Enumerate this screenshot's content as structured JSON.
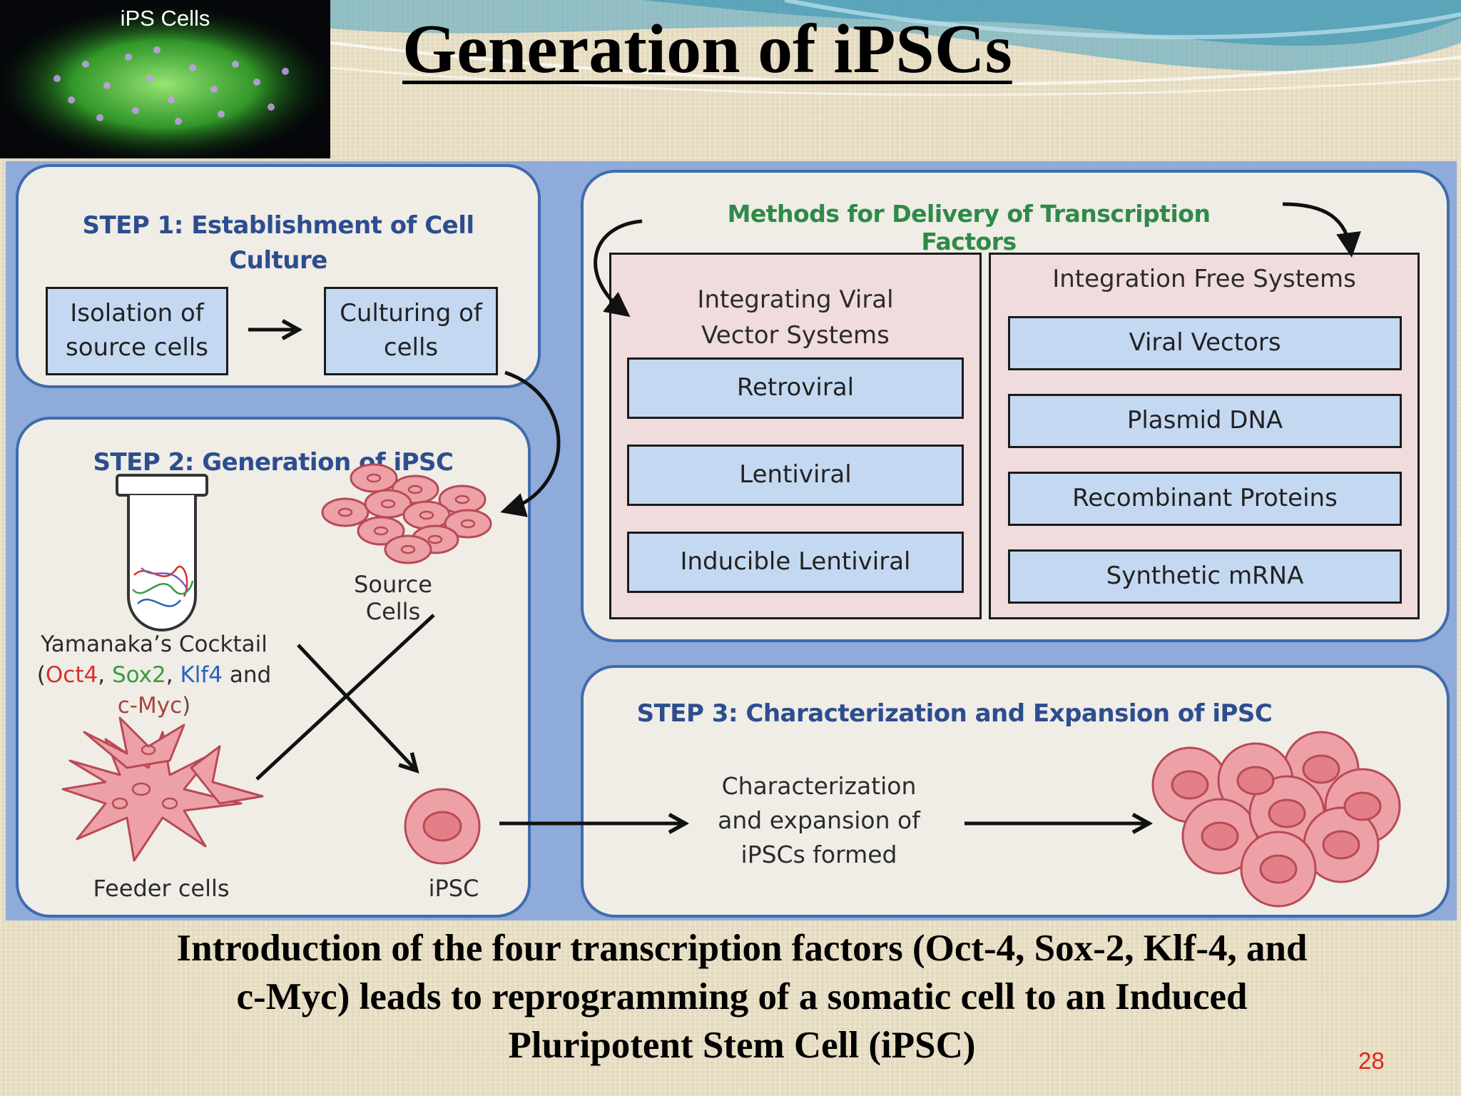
{
  "slide": {
    "thumbnail_label": "iPS Cells",
    "title": "Generation of iPSCs",
    "caption_lines": [
      "Introduction of the four transcription factors (Oct-4, Sox-2, Klf-4, and",
      "c-Myc) leads to reprogramming of a somatic cell to an Induced",
      "Pluripotent Stem Cell (iPSC)"
    ],
    "page_number": "28"
  },
  "step1": {
    "title_lines": [
      "STEP 1: Establishment  of Cell",
      "Culture"
    ],
    "box_isolation": [
      "Isolation of",
      "source cells"
    ],
    "box_culturing": [
      "Culturing of",
      "cells"
    ]
  },
  "step2": {
    "title": "STEP 2: Generation of iPSC",
    "source_cells": "Source Cells",
    "cocktail_line1": "Yamanaka’s Cocktail",
    "cocktail_open": "(",
    "factor_oct4": "Oct4",
    "comma1": ", ",
    "factor_sox2": "Sox2",
    "comma2": ", ",
    "factor_klf4": "Klf4",
    "and_word": " and",
    "factor_cmyc": "c-Myc",
    "cocktail_close": ")",
    "feeder_cells": "Feeder cells",
    "ipsc": "iPSC"
  },
  "methods": {
    "title": "Methods  for Delivery of Transcription  Factors",
    "integrating": {
      "title_lines": [
        "Integrating Viral",
        "Vector Systems"
      ],
      "items": [
        "Retroviral",
        "Lentiviral",
        "Inducible Lentiviral"
      ]
    },
    "free": {
      "title": "Integration Free Systems",
      "items": [
        "Viral Vectors",
        "Plasmid DNA",
        "Recombinant Proteins",
        "Synthetic mRNA"
      ]
    }
  },
  "step3": {
    "title": "STEP 3: Characterization and Expansion  of iPSC",
    "text_lines": [
      "Characterization",
      "and expansion of",
      "iPSCs formed"
    ]
  },
  "colors": {
    "step_title": "#2d4d8f",
    "methods_title": "#2f8a48",
    "oct4": "#d5322d",
    "sox2": "#3a9a3e",
    "klf4": "#2a62b8",
    "page_number": "#e0261b",
    "box_fill": "#c4d8f2",
    "pink_fill": "#f1dcdd",
    "cell_fill": "#eda1a6",
    "cell_stroke": "#b84a55"
  },
  "icons": [
    "thumbnail-cell-image",
    "test-tube-icon",
    "dna-strands-icon",
    "source-cells-cluster-icon",
    "feeder-cells-icon",
    "ipsc-cell-icon",
    "expanded-ipsc-cluster-icon"
  ]
}
